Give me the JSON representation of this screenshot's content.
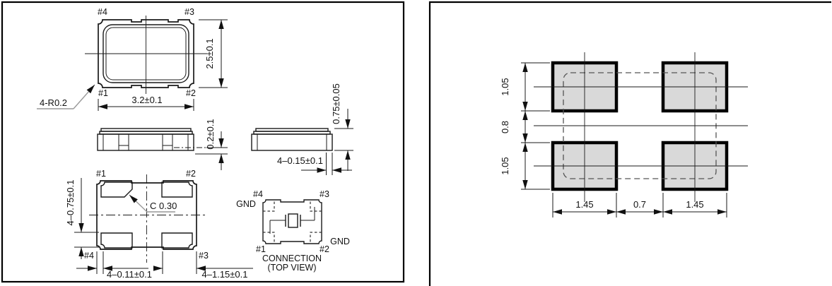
{
  "left_panel": {
    "top_view": {
      "pin_tl": "#4",
      "pin_tr": "#3",
      "pin_bl": "#1",
      "pin_br": "#2",
      "dim_width": "3.2±0.1",
      "dim_height": "2.5±0.1",
      "corner_radius": "4-R0.2"
    },
    "front_view": {
      "dim_standoff": "0.2±0.1"
    },
    "side_view": {
      "dim_height": "0.75±0.05",
      "dim_terminal": "4–0.15±0.1"
    },
    "bottom_view": {
      "pin_tl": "#1",
      "pin_tr": "#2",
      "pin_bl": "#4",
      "pin_br": "#3",
      "chamfer": "C 0.30",
      "dim_pad_length": "4–0.75±0.1",
      "dim_edge": "4–0.11±0.1",
      "dim_pad_width": "4–1.15±0.1"
    },
    "connection_view": {
      "pin_tl": "#4",
      "pin_tr": "#3",
      "pin_bl": "#1",
      "pin_br": "#2",
      "gnd_left": "GND",
      "gnd_right": "GND",
      "caption_line1": "CONNECTION",
      "caption_line2": "(TOP VIEW)"
    }
  },
  "land_pattern": {
    "dim_top_pad": "1.05",
    "dim_gap_v": "0.8",
    "dim_bottom_pad": "1.05",
    "dim_left_pad": "1.45",
    "dim_gap_h": "0.7",
    "dim_right_pad": "1.45"
  },
  "colors": {
    "pad_fill": "#d9d9d9",
    "line": "#1a1a1a",
    "leader": "#999999"
  }
}
